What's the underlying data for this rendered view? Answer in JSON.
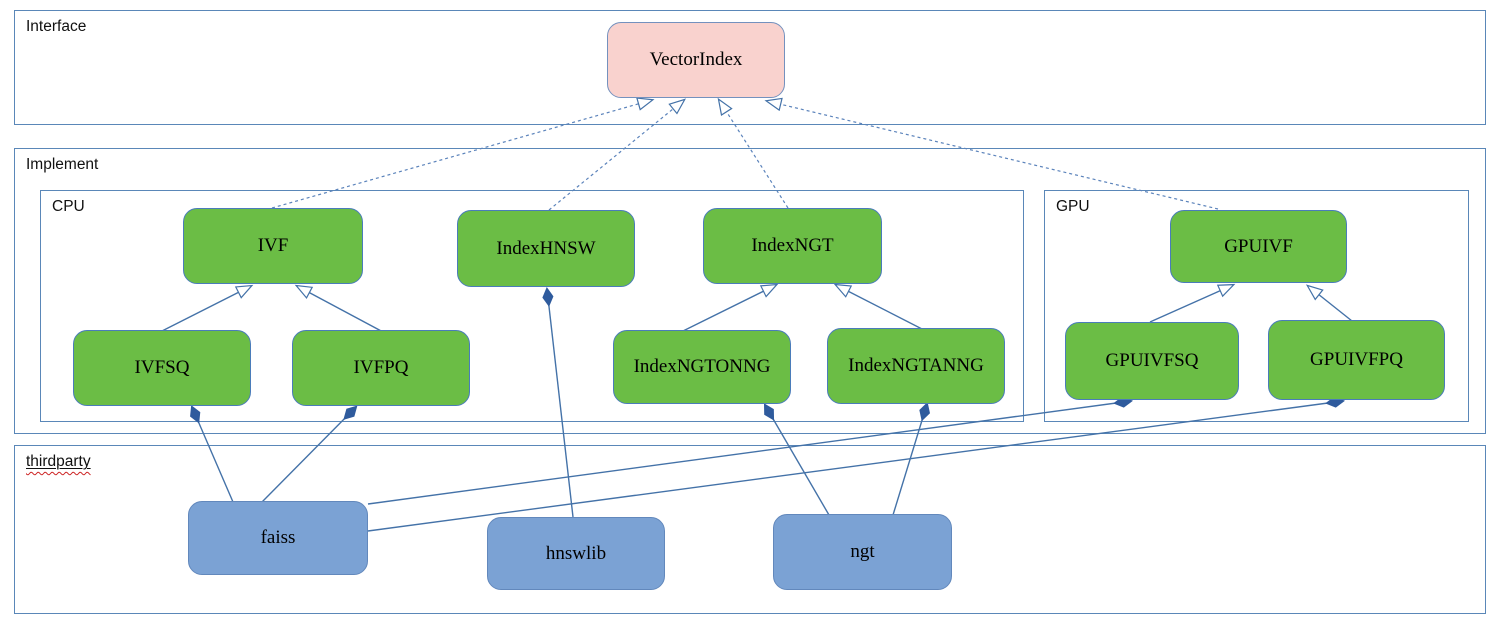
{
  "diagram": {
    "title": "VectorIndex architecture diagram",
    "containers": [
      {
        "id": "interface",
        "label": "Interface"
      },
      {
        "id": "implement",
        "label": "Implement"
      },
      {
        "id": "cpu",
        "label": "CPU"
      },
      {
        "id": "gpu",
        "label": "GPU"
      },
      {
        "id": "thirdparty",
        "label": "thirdparty",
        "spellcheck_underline": true
      }
    ],
    "nodes": [
      {
        "id": "vectorindex",
        "label": "VectorIndex",
        "kind": "interface",
        "fill": "#f9d2ce",
        "container": "interface"
      },
      {
        "id": "ivf",
        "label": "IVF",
        "kind": "class",
        "fill": "#6bbd45",
        "container": "cpu"
      },
      {
        "id": "indexhnsw",
        "label": "IndexHNSW",
        "kind": "class",
        "fill": "#6bbd45",
        "container": "cpu"
      },
      {
        "id": "indexngt",
        "label": "IndexNGT",
        "kind": "class",
        "fill": "#6bbd45",
        "container": "cpu"
      },
      {
        "id": "ivfsq",
        "label": "IVFSQ",
        "kind": "class",
        "fill": "#6bbd45",
        "container": "cpu"
      },
      {
        "id": "ivfpq",
        "label": "IVFPQ",
        "kind": "class",
        "fill": "#6bbd45",
        "container": "cpu"
      },
      {
        "id": "indexngtonng",
        "label": "IndexNGTONNG",
        "kind": "class",
        "fill": "#6bbd45",
        "container": "cpu"
      },
      {
        "id": "indexngtanng",
        "label": "IndexNGTANNG",
        "kind": "class",
        "fill": "#6bbd45",
        "container": "cpu"
      },
      {
        "id": "gpuivf",
        "label": "GPUIVF",
        "kind": "class",
        "fill": "#6bbd45",
        "container": "gpu"
      },
      {
        "id": "gpuivfsq",
        "label": "GPUIVFSQ",
        "kind": "class",
        "fill": "#6bbd45",
        "container": "gpu"
      },
      {
        "id": "gpuivfpq",
        "label": "GPUIVFPQ",
        "kind": "class",
        "fill": "#6bbd45",
        "container": "gpu"
      },
      {
        "id": "faiss",
        "label": "faiss",
        "kind": "library",
        "fill": "#7ba2d4",
        "container": "thirdparty"
      },
      {
        "id": "hnswlib",
        "label": "hnswlib",
        "kind": "library",
        "fill": "#7ba2d4",
        "container": "thirdparty"
      },
      {
        "id": "ngt",
        "label": "ngt",
        "kind": "library",
        "fill": "#7ba2d4",
        "container": "thirdparty"
      }
    ],
    "edges": {
      "realization_dashed_hollow_arrow": [
        {
          "from": "IVF",
          "to": "VectorIndex"
        },
        {
          "from": "IndexHNSW",
          "to": "VectorIndex"
        },
        {
          "from": "IndexNGT",
          "to": "VectorIndex"
        },
        {
          "from": "GPUIVF",
          "to": "VectorIndex"
        }
      ],
      "inheritance_solid_hollow_arrow": [
        {
          "from": "IVFSQ",
          "to": "IVF"
        },
        {
          "from": "IVFPQ",
          "to": "IVF"
        },
        {
          "from": "IndexNGTONNG",
          "to": "IndexNGT"
        },
        {
          "from": "IndexNGTANNG",
          "to": "IndexNGT"
        },
        {
          "from": "GPUIVFSQ",
          "to": "GPUIVF"
        },
        {
          "from": "GPUIVFPQ",
          "to": "GPUIVF"
        }
      ],
      "composition_solid_filled_diamond": [
        {
          "from": "faiss",
          "to": "IVFSQ"
        },
        {
          "from": "faiss",
          "to": "IVFPQ"
        },
        {
          "from": "faiss",
          "to": "GPUIVFSQ"
        },
        {
          "from": "faiss",
          "to": "GPUIVFPQ"
        },
        {
          "from": "hnswlib",
          "to": "IndexHNSW"
        },
        {
          "from": "ngt",
          "to": "IndexNGTONNG"
        },
        {
          "from": "ngt",
          "to": "IndexNGTANNG"
        }
      ]
    },
    "colors": {
      "interface_fill": "#f9d2ce",
      "class_fill": "#6bbd45",
      "library_fill": "#7ba2d4",
      "container_border": "#5a87b8",
      "edge_line": "#4472a8",
      "diamond_fill": "#2f5b9d",
      "spellcheck_squiggle": "#cc2222"
    }
  }
}
